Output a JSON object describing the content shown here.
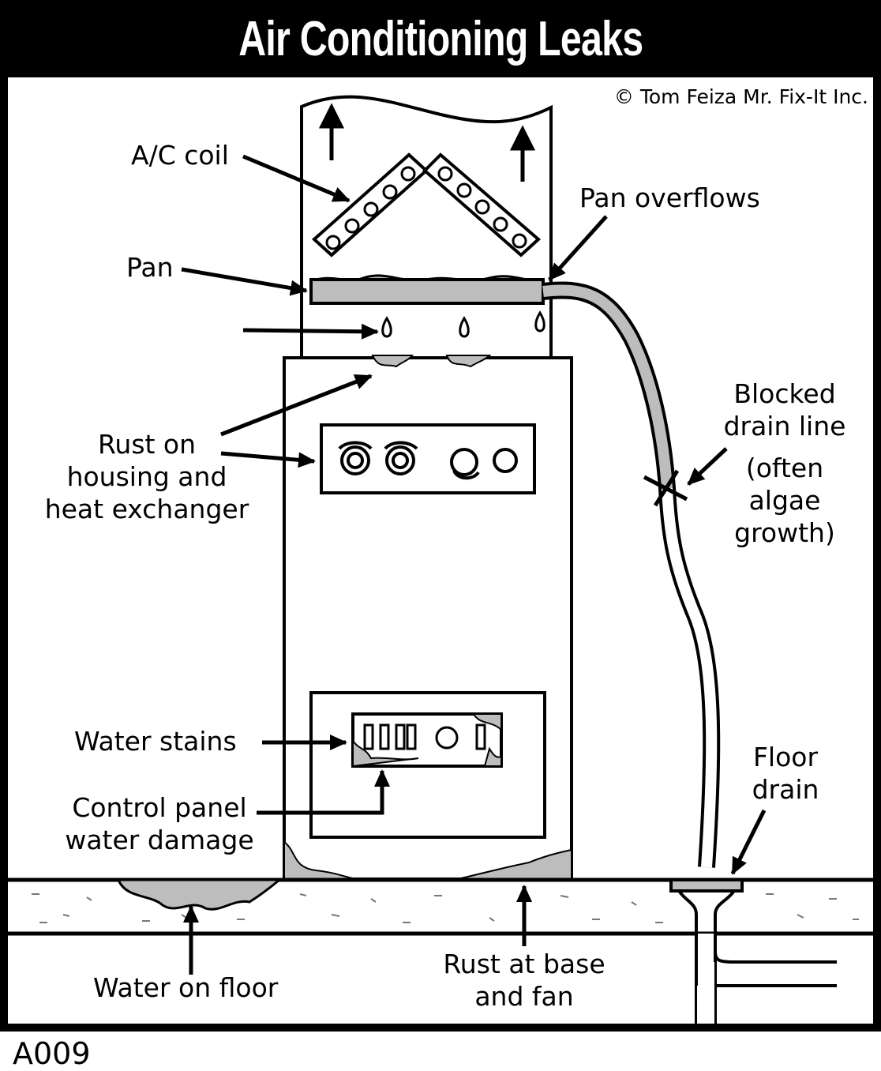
{
  "title": "Air Conditioning Leaks",
  "copyright": "© Tom Feiza Mr. Fix-It Inc.",
  "figure_code": "A009",
  "labels": {
    "ac_coil": "A/C coil",
    "pan": "Pan",
    "pan_overflows": "Pan overflows",
    "rust_line1": "Rust on",
    "rust_line2": "housing and",
    "rust_line3": "heat exchanger",
    "blocked_line1": "Blocked",
    "blocked_line2": "drain line",
    "blocked_line3": "(often",
    "blocked_line4": "algae",
    "blocked_line5": "growth)",
    "water_stains": "Water stains",
    "control_line1": "Control panel",
    "control_line2": "water damage",
    "floor_drain_line1": "Floor",
    "floor_drain_line2": "drain",
    "water_on_floor": "Water on floor",
    "rust_base_line1": "Rust at base",
    "rust_base_line2": "and fan"
  },
  "colors": {
    "ink": "#000000",
    "water": "#bdbdbd",
    "paper": "#ffffff"
  }
}
